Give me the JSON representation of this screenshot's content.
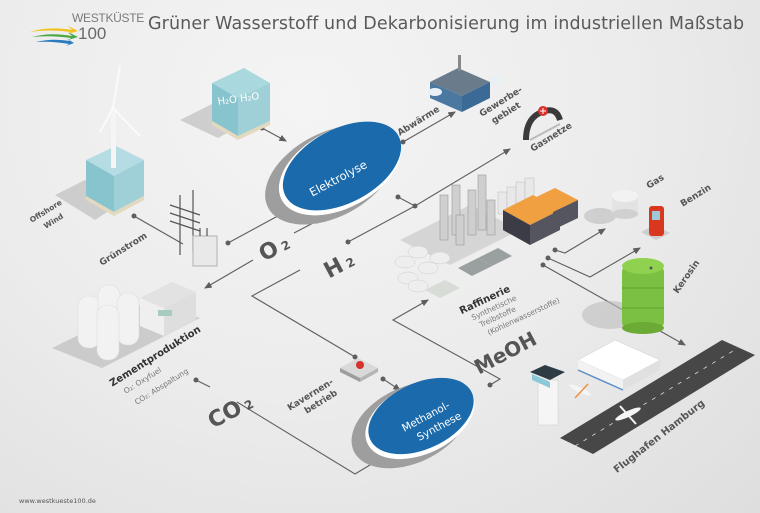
{
  "header": {
    "logo_line1": "WESTKÜSTE",
    "logo_line2": "100",
    "title": "Grüner Wasserstoff und Dekarbonisierung im industriellen Maßstab"
  },
  "footer": {
    "url": "www.westkueste100.de"
  },
  "colors": {
    "process_blue": "#1b6aab",
    "line_gray": "#5e5e5e",
    "barrel_green": "#7bc043",
    "pump_red": "#d9381e",
    "water_cyan": "#8fcad3",
    "refinery_orange": "#f0a040",
    "logo_yellow": "#f2c21b",
    "logo_green": "#4aa845",
    "logo_blue": "#2a7cc0"
  },
  "nodes": {
    "elektrolyse": "Elektrolyse",
    "methanol_synthese_line1": "Methanol-",
    "methanol_synthese_line2": "Synthese",
    "offshore_wind_line1": "Offshore",
    "offshore_wind_line2": "Wind",
    "gruenstrom": "Grünstrom",
    "water": "H₂O  H₂O",
    "abwaerme": "Abwärme",
    "gewerbegebiet_line1": "Gewerbe-",
    "gewerbegebiet_line2": "gebiet",
    "gasnetze": "Gasnetze",
    "gas": "Gas",
    "benzin": "Benzin",
    "kerosin": "Kerosin",
    "raffinerie": "Raffinerie",
    "raffinerie_sub1": "Synthetische",
    "raffinerie_sub2": "Treibstoffe",
    "raffinerie_sub3": "(Kohlenwasserstoffe)",
    "zementproduktion": "Zementproduktion",
    "zement_sub1": "O₂: Oxyfuel",
    "zement_sub2": "CO₂: Abspaltung",
    "kavernen_line1": "Kavernen-",
    "kavernen_line2": "betrieb",
    "flughafen": "Flughafen Hamburg"
  },
  "flows": {
    "o2": "O",
    "o2_sub": "2",
    "h2": "H",
    "h2_sub": "2",
    "co2": "CO",
    "co2_sub": "2",
    "meoh": "MeOH"
  }
}
